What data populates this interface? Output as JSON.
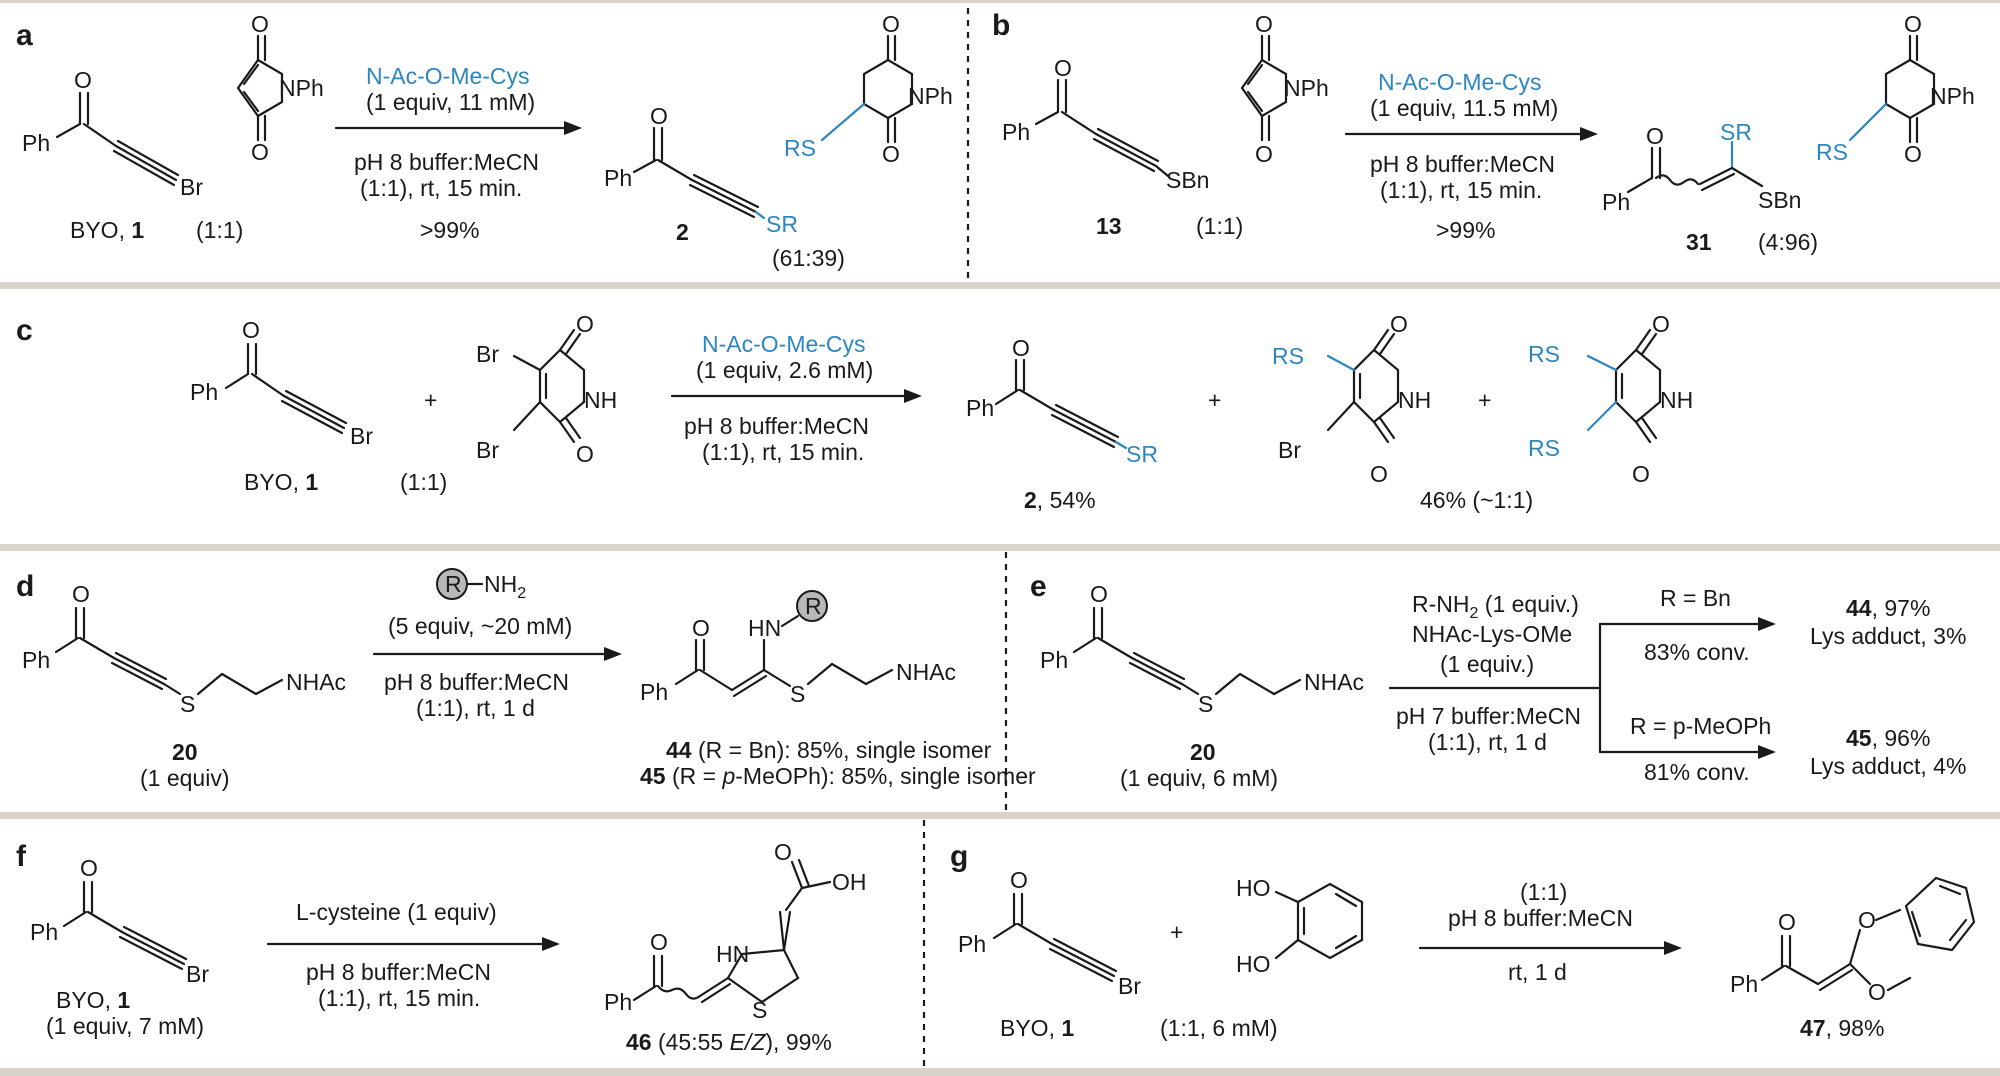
{
  "panels": {
    "a": {
      "letter": "a",
      "ph": "Ph",
      "o": "O",
      "br": "Br",
      "nph": "NPh",
      "label_byo": "BYO, ",
      "label_1": "1",
      "ratio": "(1:1)",
      "reagent": "N-Ac-O-Me-Cys",
      "equiv": "(1 equiv, 11 mM)",
      "cond1": "pH 8 buffer:MeCN",
      "cond2": "(1:1), rt, 15 min.",
      "yield": ">99%",
      "sr": "SR",
      "rs": "RS",
      "product_num": "2",
      "product_ratio": "(61:39)"
    },
    "b": {
      "letter": "b",
      "ph": "Ph",
      "o": "O",
      "sbn": "SBn",
      "nph": "NPh",
      "label_13": "13",
      "ratio": "(1:1)",
      "reagent": "N-Ac-O-Me-Cys",
      "equiv": "(1 equiv, 11.5 mM)",
      "cond1": "pH 8 buffer:MeCN",
      "cond2": "(1:1), rt, 15 min.",
      "yield": ">99%",
      "sr": "SR",
      "rs": "RS",
      "product_num": "31",
      "product_ratio": "(4:96)"
    },
    "c": {
      "letter": "c",
      "ph": "Ph",
      "o": "O",
      "br": "Br",
      "nh": "NH",
      "plus": "+",
      "label_byo": "BYO, ",
      "label_1": "1",
      "ratio": "(1:1)",
      "reagent": "N-Ac-O-Me-Cys",
      "equiv": "(1 equiv, 2.6 mM)",
      "cond1": "pH 8 buffer:MeCN",
      "cond2": "(1:1), rt, 15 min.",
      "sr": "SR",
      "rs": "RS",
      "p2_num": "2",
      "p2_yield": ", 54%",
      "p3_yield": "46% (~1:1)"
    },
    "d": {
      "letter": "d",
      "ph": "Ph",
      "o": "O",
      "s": "S",
      "nhac": "NHAc",
      "r": "R",
      "nh2": "NH",
      "sub2": "2",
      "hn": "HN",
      "label_20": "20",
      "equiv_sub": "(1 equiv)",
      "amine_equiv": "(5 equiv, ~20 mM)",
      "cond1": "pH 8 buffer:MeCN",
      "cond2": "(1:1), rt, 1 d",
      "p44": "44",
      "p44_text": " (R = Bn): 85%, single isomer",
      "p45": "45",
      "p45_pre": " (R = ",
      "p45_ital": "p",
      "p45_post": "-MeOPh): 85%, single isomer"
    },
    "e": {
      "letter": "e",
      "ph": "Ph",
      "o": "O",
      "s": "S",
      "nhac": "NHAc",
      "label_20": "20",
      "equiv_sub": "(1 equiv, 6 mM)",
      "r1a": "R-NH",
      "r1sub": "2",
      "r1b": " (1 equiv.)",
      "r2": "NHAc-Lys-OMe",
      "r3": "(1 equiv.)",
      "cond1": "pH 7 buffer:MeCN",
      "cond2": "(1:1), rt, 1 d",
      "branch1": "R = Bn",
      "conv1": "83% conv.",
      "branch2": "R = p-MeOPh",
      "conv2": "81% conv.",
      "p44": "44",
      "p44_y": ", 97%",
      "lys1": "Lys adduct, 3%",
      "p45": "45",
      "p45_y": ", 96%",
      "lys2": "Lys adduct, 4%"
    },
    "f": {
      "letter": "f",
      "ph": "Ph",
      "o": "O",
      "br": "Br",
      "hn": "HN",
      "s": "S",
      "oh": "OH",
      "label_byo": "BYO, ",
      "label_1": "1",
      "equiv_sub": "(1 equiv, 7 mM)",
      "reagent": "L-cysteine (1 equiv)",
      "cond1": "pH 8 buffer:MeCN",
      "cond2": "(1:1), rt, 15 min.",
      "p46": "46",
      "p46_pre": " (45:55 ",
      "p46_ital": "E/Z",
      "p46_post": "), 99%"
    },
    "g": {
      "letter": "g",
      "ph": "Ph",
      "o": "O",
      "br": "Br",
      "ho": "HO",
      "plus": "+",
      "label_byo": "BYO, ",
      "label_1": "1",
      "ratio": "(1:1, 6 mM)",
      "above1": "(1:1)",
      "above2": "pH 8 buffer:MeCN",
      "below": "rt, 1 d",
      "p47": "47",
      "p47_y": ", 98%"
    }
  }
}
